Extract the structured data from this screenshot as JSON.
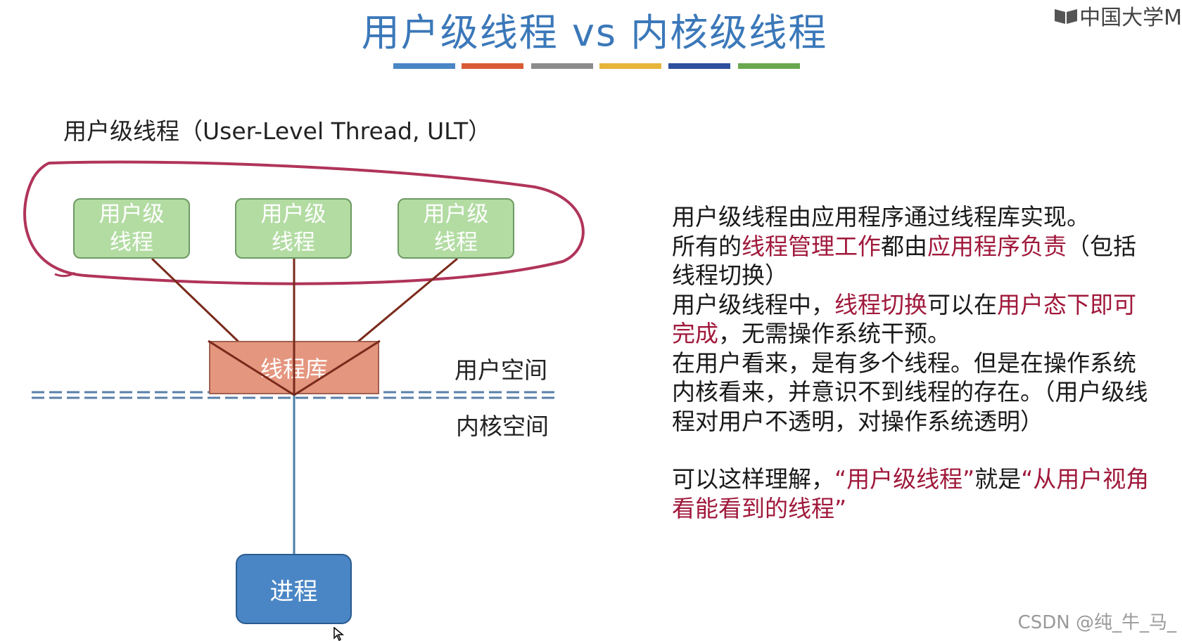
{
  "title": "用户级线程 vs 内核级线程",
  "logo_text": "中国大学M",
  "accent_bar_colors": [
    "#4a86c5",
    "#d95b35",
    "#8c8c8c",
    "#e8b53b",
    "#2d4f9e",
    "#6aa84f"
  ],
  "subtitle": "用户级线程（User-Level Thread, ULT）",
  "diagram": {
    "ult_box_line1": "用户级",
    "ult_box_line2": "线程",
    "thread_library": "线程库",
    "user_space": "用户空间",
    "kernel_space": "内核空间",
    "process": "进程"
  },
  "explanation": {
    "p1": "用户级线程由应用程序通过线程库实现。",
    "p2_a": "所有的",
    "p2_b": "线程管理工作",
    "p2_c": "都由",
    "p2_d": "应用程序负责",
    "p2_e": "（包括线程切换）",
    "p3_a": "用户级线程中，",
    "p3_b": "线程切换",
    "p3_c": "可以在",
    "p3_d": "用户态下即可完成",
    "p3_e": "，无需操作系统干预。",
    "p4": "在用户看来，是有多个线程。但是在操作系统内核看来，并意识不到线程的存在。（用户级线程对用户不透明，对操作系统透明）",
    "p5_a": "可以这样理解，",
    "p5_b": "“用户级线程”",
    "p5_c": "就是",
    "p5_d": "“从用户视角看能看到的线程”"
  },
  "watermark": "CSDN @纯_牛_马_"
}
